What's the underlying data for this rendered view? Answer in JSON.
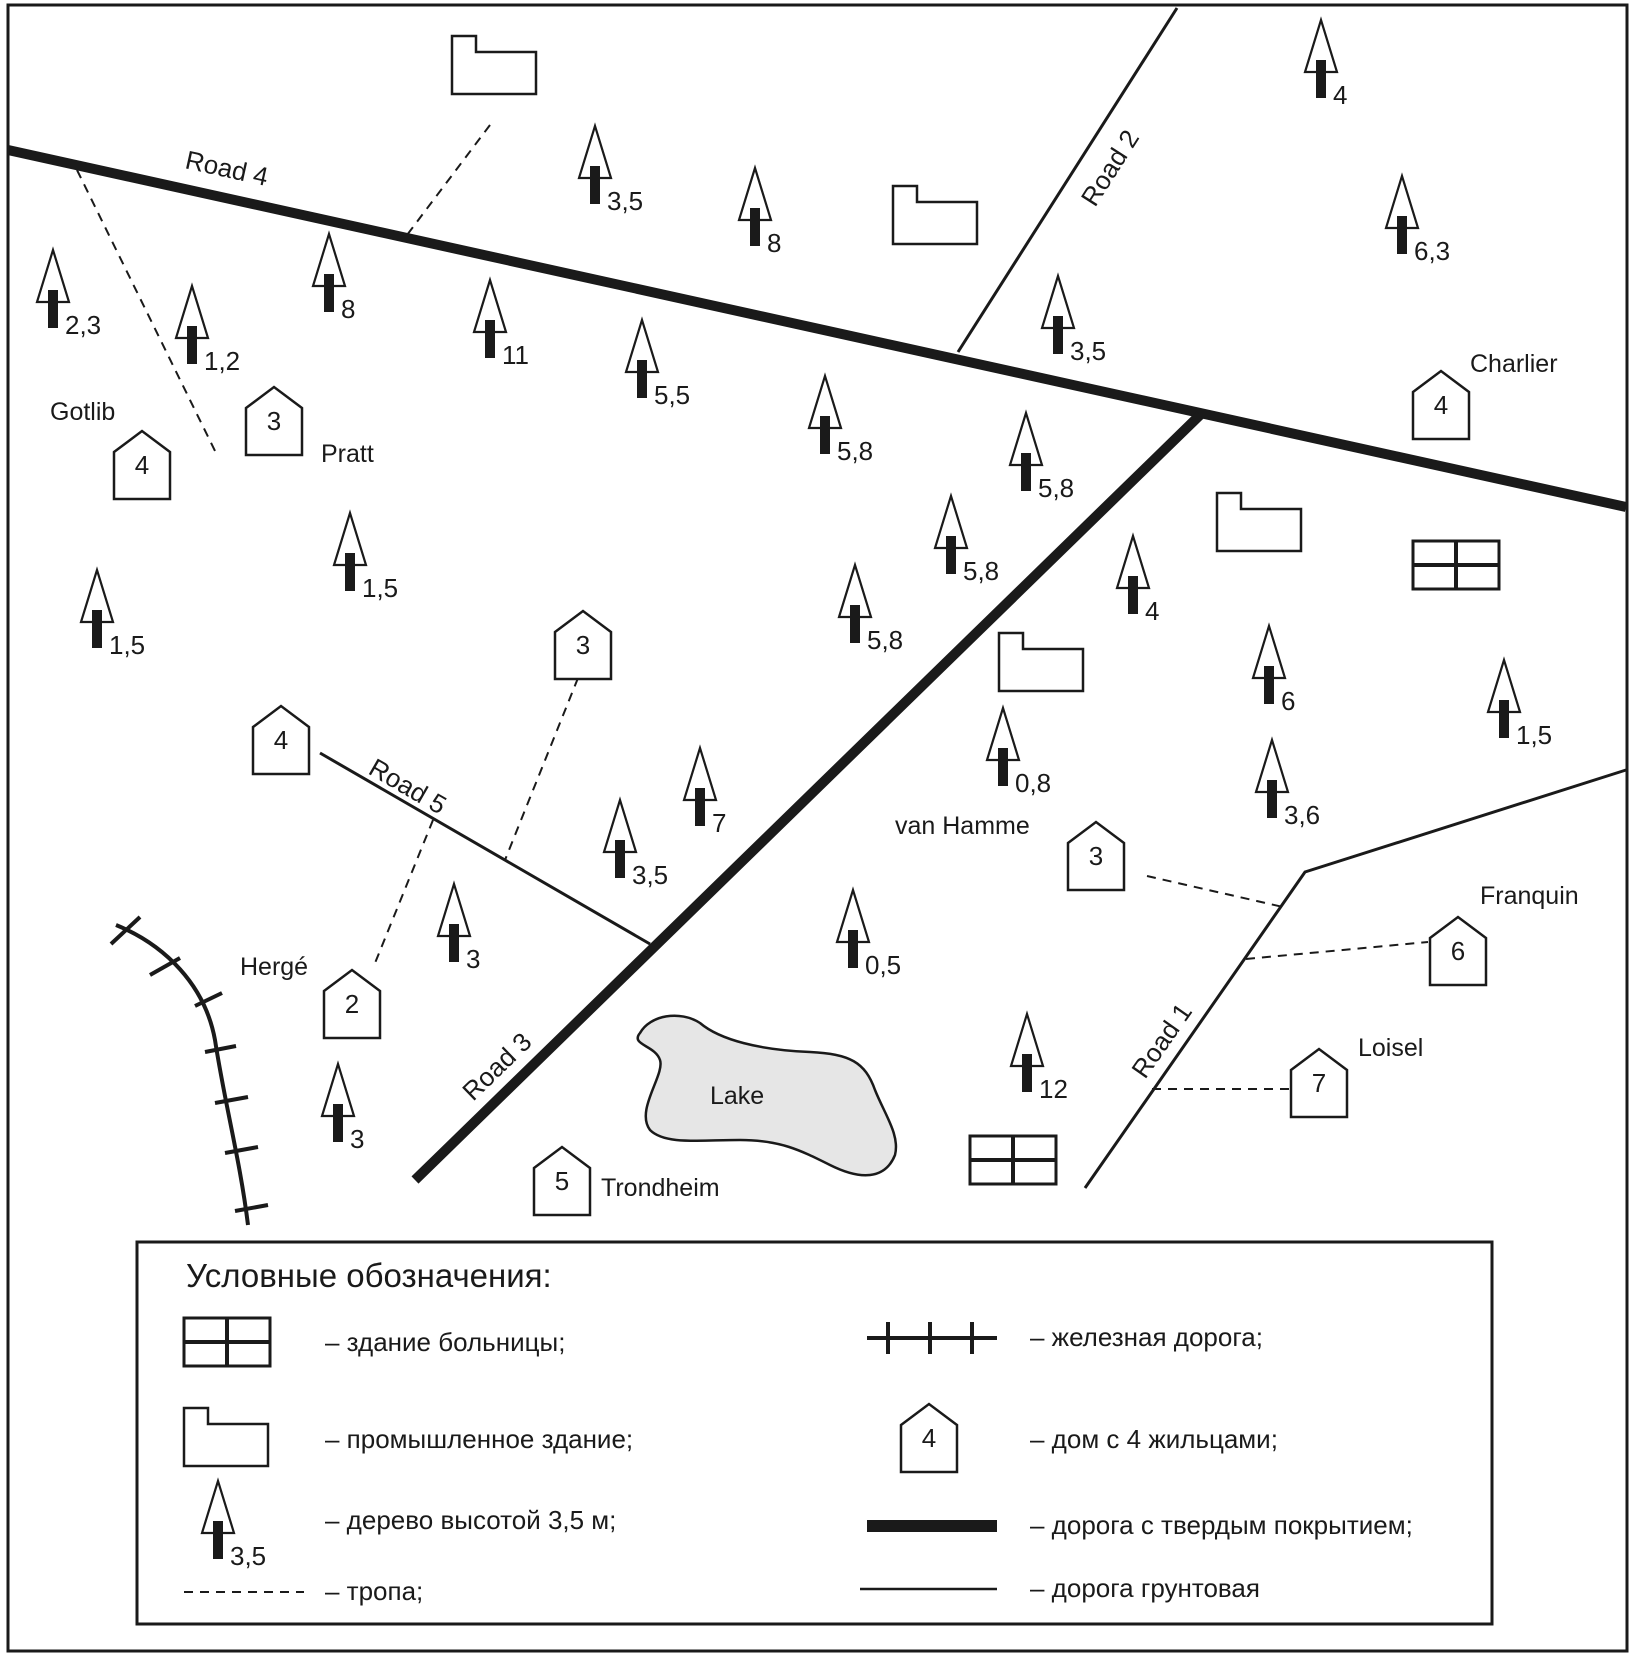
{
  "roads": {
    "road1": "Road 1",
    "road2": "Road 2",
    "road3": "Road 3",
    "road4": "Road 4",
    "road5": "Road 5"
  },
  "lake": "Lake",
  "owners": {
    "gotlib": "Gotlib",
    "pratt": "Pratt",
    "charlier": "Charlier",
    "van_hamme": "van Hamme",
    "franquin": "Franquin",
    "loisel": "Loisel",
    "herge": "Hergé",
    "trondheim": "Trondheim"
  },
  "houses": [
    {
      "id": "gotlib",
      "residents": "4"
    },
    {
      "id": "pratt",
      "residents": "3"
    },
    {
      "id": "charlier",
      "residents": "4"
    },
    {
      "id": "h-center",
      "residents": "3"
    },
    {
      "id": "h-road5",
      "residents": "4"
    },
    {
      "id": "van_hamme",
      "residents": "3"
    },
    {
      "id": "franquin",
      "residents": "6"
    },
    {
      "id": "loisel",
      "residents": "7"
    },
    {
      "id": "herge",
      "residents": "2"
    },
    {
      "id": "trondheim",
      "residents": "5"
    }
  ],
  "trees": [
    {
      "height": "2,3"
    },
    {
      "height": "1,2"
    },
    {
      "height": "8"
    },
    {
      "height": "11"
    },
    {
      "height": "3,5"
    },
    {
      "height": "8"
    },
    {
      "height": "5,5"
    },
    {
      "height": "5,8"
    },
    {
      "height": "3,5"
    },
    {
      "height": "5,8"
    },
    {
      "height": "4"
    },
    {
      "height": "6,3"
    },
    {
      "height": "1,5"
    },
    {
      "height": "1,5"
    },
    {
      "height": "5,8"
    },
    {
      "height": "5,8"
    },
    {
      "height": "4"
    },
    {
      "height": "6"
    },
    {
      "height": "1,5"
    },
    {
      "height": "0,8"
    },
    {
      "height": "7"
    },
    {
      "height": "3,5"
    },
    {
      "height": "3,6"
    },
    {
      "height": "3"
    },
    {
      "height": "0,5"
    },
    {
      "height": "3"
    },
    {
      "height": "12"
    }
  ],
  "legend": {
    "title": "Условные обозначения:",
    "hospital": "– здание больницы;",
    "industrial": "– промышленное здание;",
    "tree": "– дерево высотой 3,5 м;",
    "tree_sample": "3,5",
    "path": "– тропа;",
    "railway": "– железная дорога;",
    "house": "– дом с 4  жильцами;",
    "house_sample": "4",
    "paved_road": "– дорога с твердым покрытием;",
    "dirt_road": "– дорога грунтовая"
  }
}
